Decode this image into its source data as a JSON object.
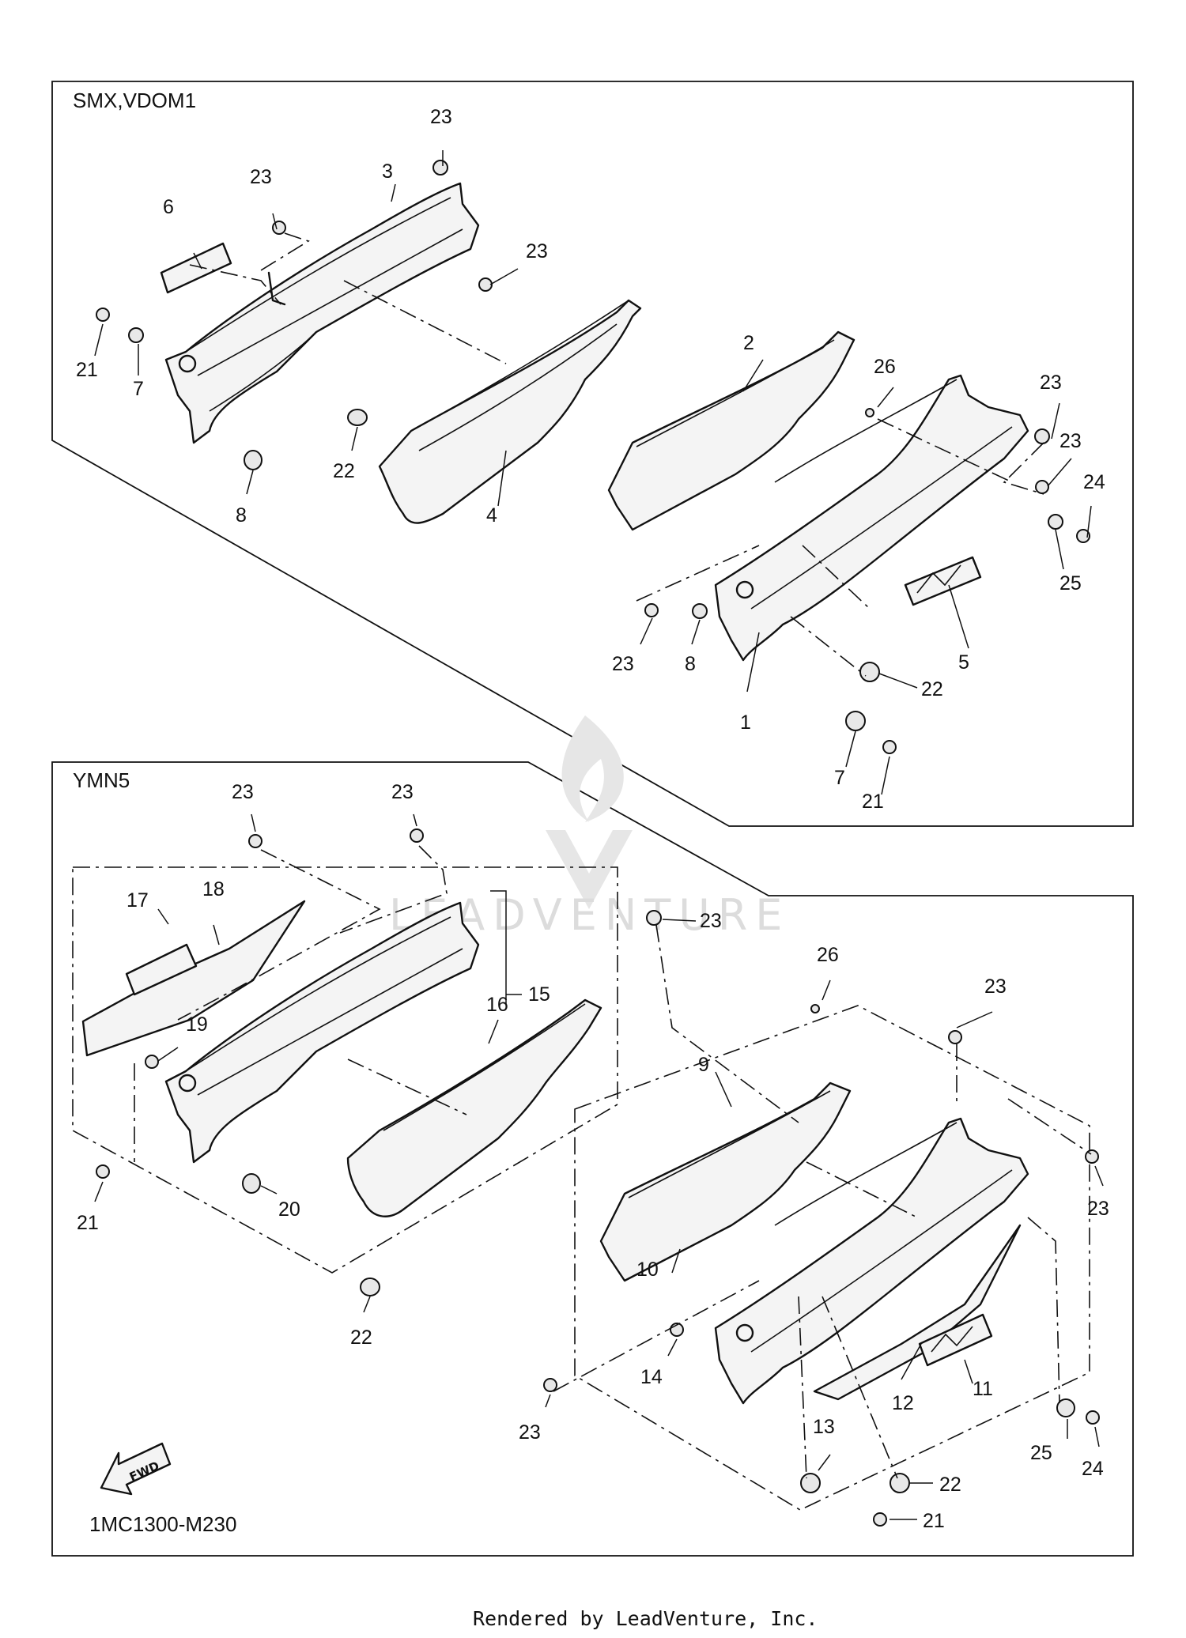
{
  "regions": {
    "top": "SMX,VDOM1",
    "bottom": "YMN5"
  },
  "figure_code": "1MC1300-M230",
  "fwd_label": "FWD",
  "watermark": "LEADVENTURE",
  "footer": "Rendered by LeadVenture, Inc.",
  "callouts_top": [
    "23",
    "23",
    "3",
    "23",
    "6",
    "21",
    "7",
    "22",
    "8",
    "4",
    "2",
    "26",
    "23",
    "23",
    "24",
    "25",
    "5",
    "22",
    "1",
    "23",
    "8",
    "7",
    "21"
  ],
  "callouts_bottom": [
    "23",
    "23",
    "23",
    "17",
    "18",
    "15",
    "16",
    "19",
    "21",
    "20",
    "22",
    "26",
    "23",
    "9",
    "23",
    "10",
    "14",
    "12",
    "11",
    "13",
    "22",
    "21",
    "23",
    "25",
    "24"
  ],
  "colors": {
    "line": "#111111",
    "fill": "#f4f4f4",
    "watermark": "#dcdcdc"
  }
}
